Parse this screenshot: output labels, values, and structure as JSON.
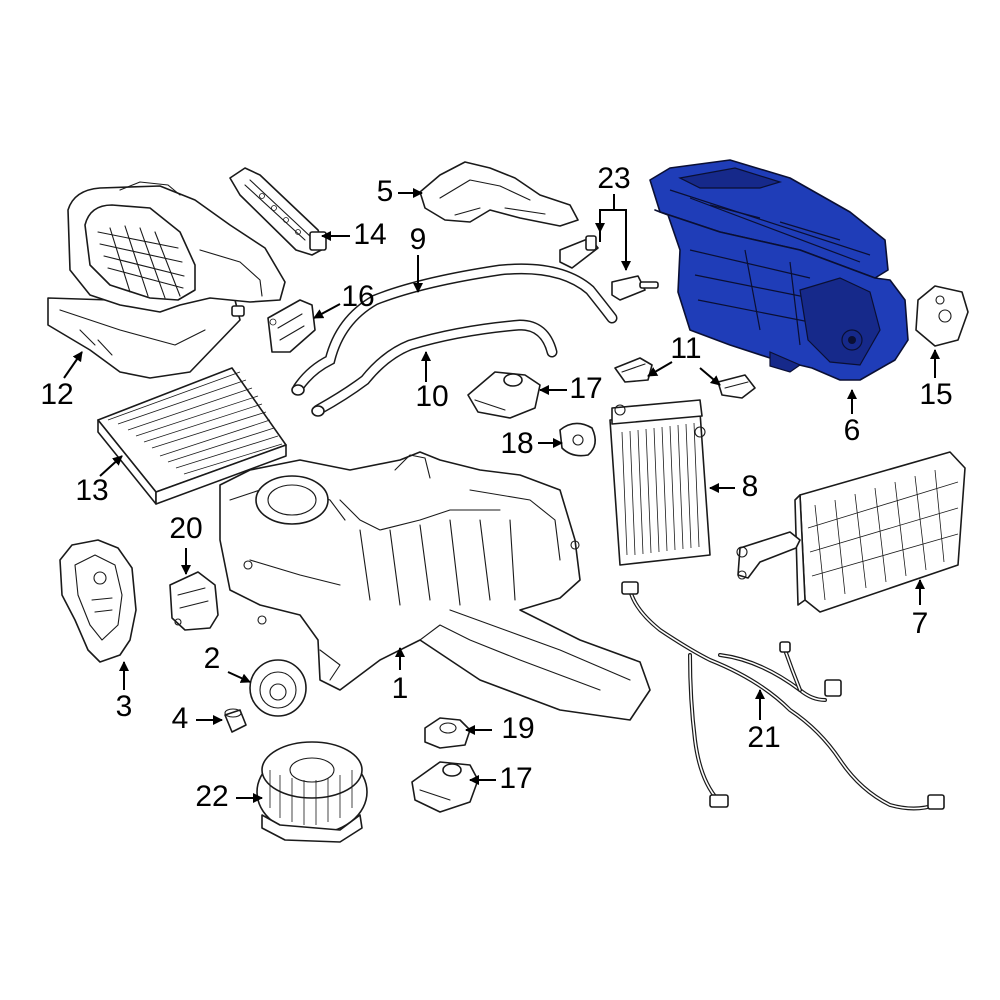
{
  "diagram": {
    "highlight_color": "#1f3db8",
    "line_color": "#1a1a1a",
    "background_color": "#ffffff",
    "highlighted_part": "6",
    "callouts": [
      {
        "id": "c1",
        "label": "1"
      },
      {
        "id": "c2",
        "label": "2"
      },
      {
        "id": "c3",
        "label": "3"
      },
      {
        "id": "c4",
        "label": "4"
      },
      {
        "id": "c5",
        "label": "5"
      },
      {
        "id": "c6",
        "label": "6"
      },
      {
        "id": "c7",
        "label": "7"
      },
      {
        "id": "c8",
        "label": "8"
      },
      {
        "id": "c9",
        "label": "9"
      },
      {
        "id": "c10",
        "label": "10"
      },
      {
        "id": "c11",
        "label": "11"
      },
      {
        "id": "c12",
        "label": "12"
      },
      {
        "id": "c13",
        "label": "13"
      },
      {
        "id": "c14",
        "label": "14"
      },
      {
        "id": "c15",
        "label": "15"
      },
      {
        "id": "c16",
        "label": "16"
      },
      {
        "id": "c17a",
        "label": "17"
      },
      {
        "id": "c17b",
        "label": "17"
      },
      {
        "id": "c18",
        "label": "18"
      },
      {
        "id": "c19",
        "label": "19"
      },
      {
        "id": "c20",
        "label": "20"
      },
      {
        "id": "c21",
        "label": "21"
      },
      {
        "id": "c22",
        "label": "22"
      },
      {
        "id": "c23",
        "label": "23"
      }
    ]
  }
}
